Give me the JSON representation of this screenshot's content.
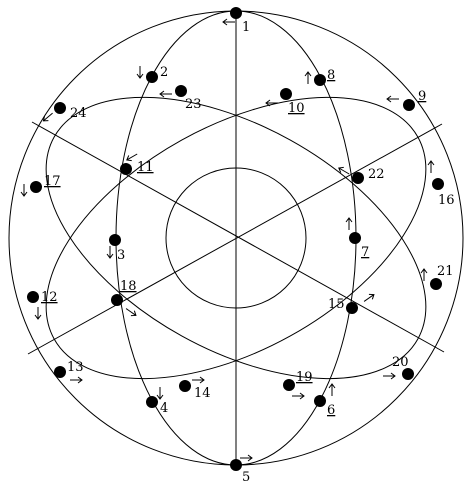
{
  "diagram": {
    "nodes": [
      {
        "id": "1",
        "label": "1",
        "underlined": false
      },
      {
        "id": "2",
        "label": "2",
        "underlined": false
      },
      {
        "id": "3",
        "label": "3",
        "underlined": false
      },
      {
        "id": "4",
        "label": "4",
        "underlined": false
      },
      {
        "id": "5",
        "label": "5",
        "underlined": false
      },
      {
        "id": "6",
        "label": "6",
        "underlined": true
      },
      {
        "id": "7",
        "label": "7",
        "underlined": true
      },
      {
        "id": "8",
        "label": "8",
        "underlined": true
      },
      {
        "id": "9",
        "label": "9",
        "underlined": true
      },
      {
        "id": "10",
        "label": "10",
        "underlined": true
      },
      {
        "id": "11",
        "label": "11",
        "underlined": true
      },
      {
        "id": "12",
        "label": "12",
        "underlined": true
      },
      {
        "id": "13",
        "label": "13",
        "underlined": false
      },
      {
        "id": "14",
        "label": "14",
        "underlined": false
      },
      {
        "id": "15",
        "label": "15",
        "underlined": false
      },
      {
        "id": "16",
        "label": "16",
        "underlined": false
      },
      {
        "id": "17",
        "label": "17",
        "underlined": true
      },
      {
        "id": "18",
        "label": "18",
        "underlined": true
      },
      {
        "id": "19",
        "label": "19",
        "underlined": true
      },
      {
        "id": "20",
        "label": "20",
        "underlined": false
      },
      {
        "id": "21",
        "label": "21",
        "underlined": false
      },
      {
        "id": "22",
        "label": "22",
        "underlined": false
      },
      {
        "id": "23",
        "label": "23",
        "underlined": false
      },
      {
        "id": "24",
        "label": "24",
        "underlined": false
      }
    ]
  }
}
